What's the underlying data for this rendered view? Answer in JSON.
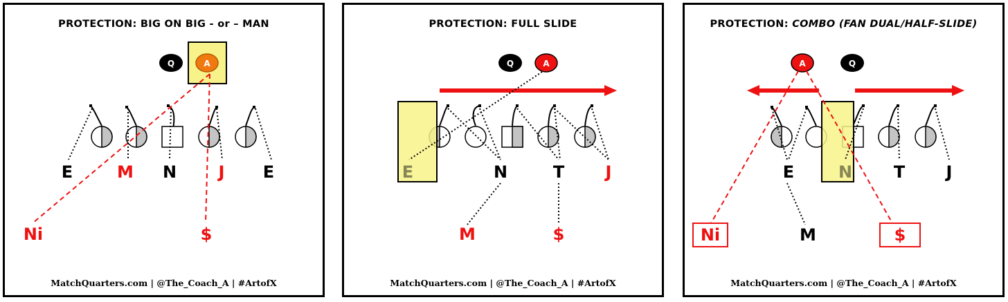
{
  "colors": {
    "red": "#ee1111",
    "black": "#000000",
    "highlight": "#f7f38a",
    "gray": "#c4c4c4",
    "orange": "#f07a10"
  },
  "footer": "MatchQuarters.com | @The_Coach_A | #ArtofX",
  "panels": [
    {
      "title_prefix": "PROTECTION: ",
      "title_main": "BIG ON BIG - or – MAN",
      "q_label": "Q",
      "a_label": "A",
      "defenders": {
        "d1": "E",
        "d2": "M",
        "d3": "N",
        "d4": "J",
        "d5": "E",
        "d6": "Ni",
        "d7": "$"
      }
    },
    {
      "title_prefix": "PROTECTION: ",
      "title_main": "FULL SLIDE",
      "q_label": "Q",
      "a_label": "A",
      "defenders": {
        "d1": "E",
        "d2": "N",
        "d3": "T",
        "d4": "J",
        "d5": "M",
        "d6": "$"
      }
    },
    {
      "title_prefix": "PROTECTION: ",
      "title_main": "COMBO (FAN DUAL/HALF-SLIDE)",
      "q_label": "Q",
      "a_label": "A",
      "defenders": {
        "d1": "E",
        "d2": "N",
        "d3": "T",
        "d4": "J",
        "d5": "Ni",
        "d6": "M",
        "d7": "$"
      }
    }
  ]
}
